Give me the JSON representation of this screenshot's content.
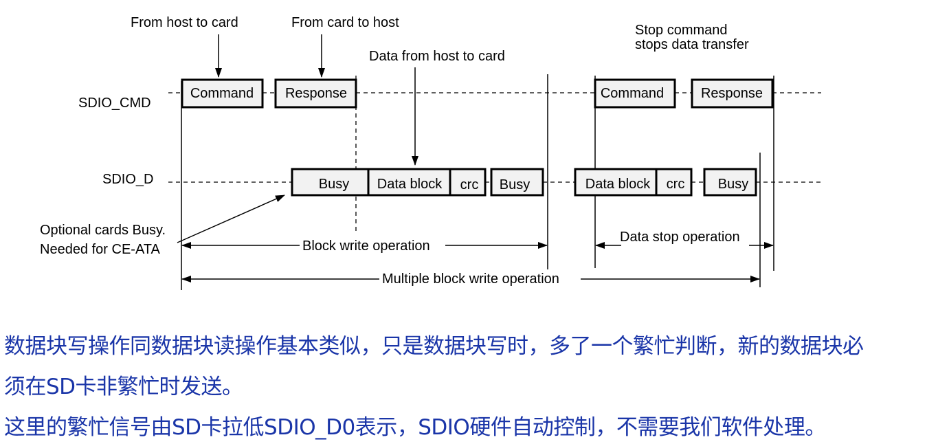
{
  "diagram": {
    "labels": {
      "from_host_to_card": "From host to card",
      "from_card_to_host": "From card to host",
      "data_from_host_to_card": "Data from host to card",
      "stop_command_line1": "Stop command",
      "stop_command_line2": "stops data transfer",
      "sdio_cmd": "SDIO_CMD",
      "sdio_d": "SDIO_D",
      "optional_busy_line1": "Optional cards Busy.",
      "optional_busy_line2": "Needed for CE-ATA",
      "block_write_operation": "Block write operation",
      "data_stop_operation": "Data stop operation",
      "multiple_block_write_operation": "Multiple block write operation"
    },
    "cmd_boxes": {
      "command_1": "Command",
      "response_1": "Response",
      "command_2": "Command",
      "response_2": "Response"
    },
    "data_boxes": {
      "busy_1": "Busy",
      "data_block_1": "Data block",
      "crc_1": "crc",
      "busy_2": "Busy",
      "data_block_2": "Data block",
      "crc_2": "crc",
      "busy_3": "Busy"
    },
    "colors": {
      "box_fill": "#f2f2f2",
      "line": "#000000",
      "text_blue": "#1a35a8"
    }
  },
  "text": {
    "line1": "数据块写操作同数据块读操作基本类似，只是数据块写时，多了一个繁忙判断，新的数据块必",
    "line2": "须在SD卡非繁忙时发送。",
    "line3": "这里的繁忙信号由SD卡拉低SDIO_D0表示，SDIO硬件自动控制，不需要我们软件处理。"
  }
}
